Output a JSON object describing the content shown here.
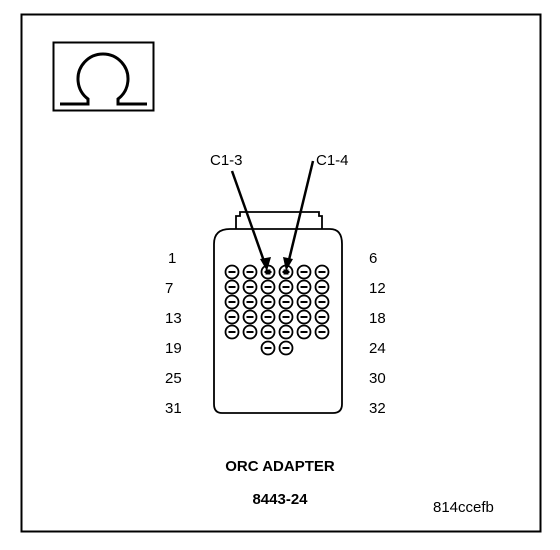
{
  "symbol_icon": "ohm-icon",
  "callouts": {
    "left": "C1-3",
    "right": "C1-4"
  },
  "pin_labels": {
    "left": [
      "1",
      "7",
      "13",
      "19",
      "25",
      "31"
    ],
    "right": [
      "6",
      "12",
      "18",
      "24",
      "30",
      "32"
    ]
  },
  "connector": {
    "rows": [
      6,
      6,
      6,
      6,
      6,
      2
    ],
    "highlighted_pins": [
      3,
      4
    ]
  },
  "caption": {
    "title": "ORC ADAPTER",
    "part_number": "8443-24"
  },
  "figure_id": "814ccefb"
}
